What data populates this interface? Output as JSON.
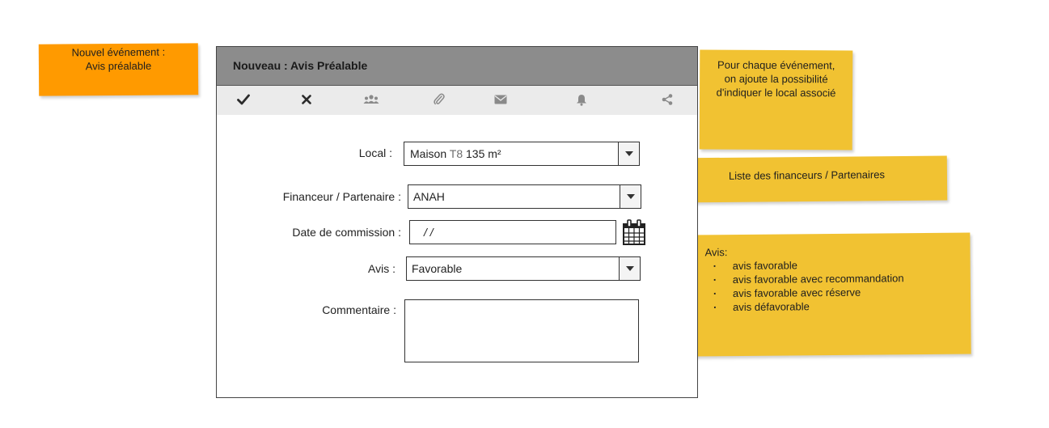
{
  "notes": {
    "new_event": {
      "line1": "Nouvel événement :",
      "line2": "Avis préalable"
    },
    "local": {
      "line1": "Pour chaque événement,",
      "line2": "on ajoute la possibilité",
      "line3": "d'indiquer le local associé"
    },
    "financeurs": {
      "text": "Liste des financeurs / Partenaires"
    },
    "avis": {
      "title": "Avis:",
      "items": [
        "avis favorable",
        "avis favorable avec recommandation",
        "avis favorable avec réserve",
        "avis défavorable"
      ]
    }
  },
  "dialog": {
    "title": "Nouveau : Avis Préalable",
    "toolbar": [
      "check-icon",
      "close-icon",
      "group-icon",
      "paperclip-icon",
      "envelope-icon",
      "bell-icon",
      "share-icon"
    ],
    "form": {
      "local": {
        "label": "Local :",
        "value_name": "Maison",
        "value_type": "T8",
        "value_area": "135 m²"
      },
      "financeur": {
        "label": "Financeur / Partenaire :",
        "value": "ANAH"
      },
      "date": {
        "label": "Date de commission :",
        "value": "/ /"
      },
      "avis": {
        "label": "Avis :",
        "value": "Favorable"
      },
      "commentaire": {
        "label": "Commentaire :",
        "value": ""
      }
    }
  }
}
